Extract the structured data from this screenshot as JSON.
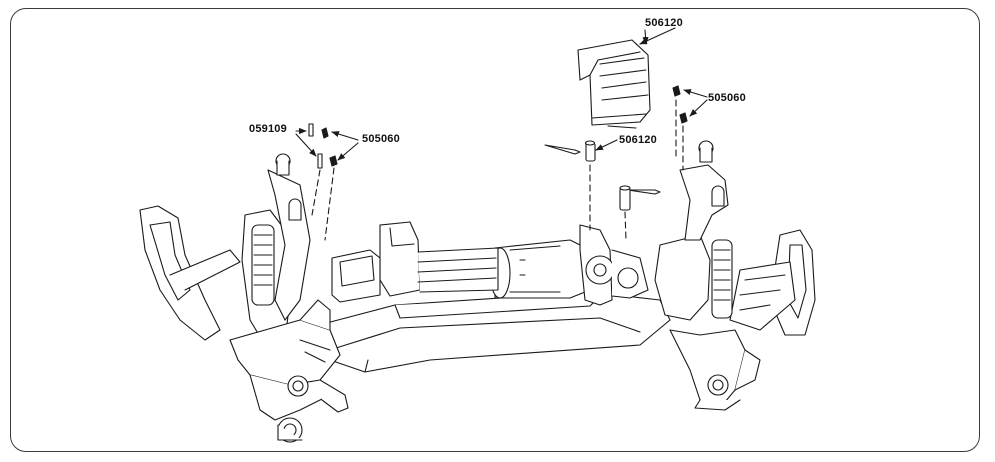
{
  "diagram": {
    "part_labels": {
      "rear_pin": "059109",
      "rear_nut": "505060",
      "body_mount": "506120",
      "body_post": "506120",
      "front_nut": "505060"
    }
  },
  "colors": {
    "line": "#1a1a1a",
    "frame": "#3a3a3a",
    "background": "#ffffff"
  }
}
